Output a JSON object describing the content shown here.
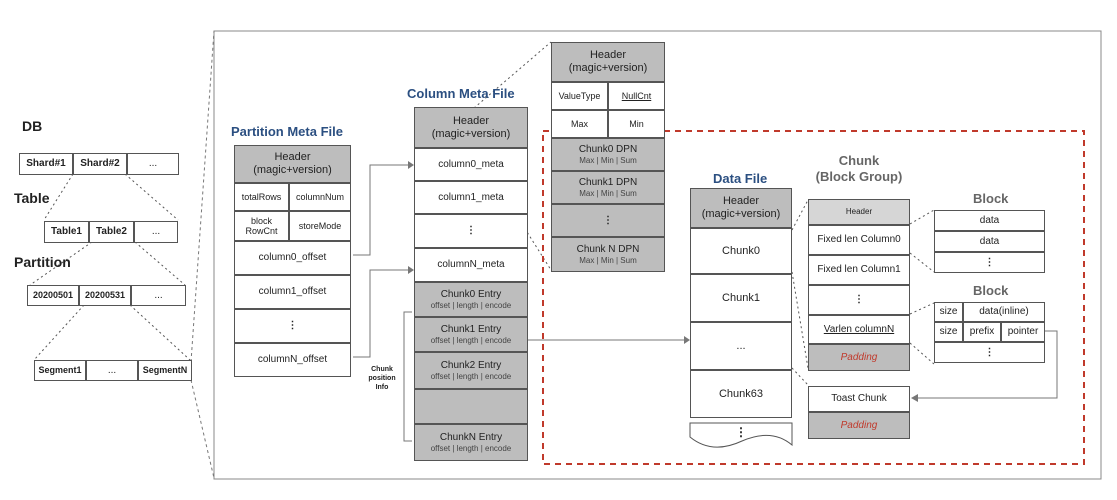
{
  "left": {
    "db_label": "DB",
    "shards": [
      "Shard#1",
      "Shard#2",
      "..."
    ],
    "table_label": "Table",
    "tables": [
      "Table1",
      "Table2",
      "..."
    ],
    "partition_label": "Partition",
    "partitions": [
      "20200501",
      "20200531",
      "..."
    ],
    "segments": [
      "Segment1",
      "...",
      "SegmentN"
    ]
  },
  "partition_meta": {
    "title": "Partition Meta File",
    "header": "Header\n(magic+version)",
    "grid": [
      "totalRows",
      "columnNum",
      "block\nRowCnt",
      "storeMode"
    ],
    "rows": [
      "column0_offset",
      "column1_offset",
      "⋮",
      "columnN_offset"
    ]
  },
  "column_meta": {
    "title": "Column Meta File",
    "header": "Header\n(magic+version)",
    "rows": [
      "column0_meta",
      "column1_meta",
      "⋮",
      "columnN_meta"
    ],
    "entries": [
      {
        "title": "Chunk0 Entry",
        "sub": "offset | length | encode"
      },
      {
        "title": "Chunk1 Entry",
        "sub": "offset | length | encode"
      },
      {
        "title": "Chunk2 Entry",
        "sub": "offset | length | encode"
      },
      {
        "title": "",
        "sub": ""
      },
      {
        "title": "ChunkN Entry",
        "sub": "offset | length | encode"
      }
    ],
    "chunk_pos_label": "Chunk\nposition\nInfo"
  },
  "dpn": {
    "header": "Header\n(magic+version)",
    "grid": [
      "ValueType",
      "NullCnt",
      "Max",
      "Min"
    ],
    "rows": [
      {
        "title": "Chunk0 DPN",
        "sub": "Max | Min | Sum"
      },
      {
        "title": "Chunk1 DPN",
        "sub": "Max | Min | Sum"
      },
      {
        "title": "⋮",
        "sub": ""
      },
      {
        "title": "Chunk N DPN",
        "sub": "Max | Min | Sum"
      }
    ]
  },
  "data_file": {
    "title": "Data File",
    "header": "Header\n(magic+version)",
    "rows": [
      "Chunk0",
      "Chunk1",
      "...",
      "Chunk63",
      "⋮"
    ]
  },
  "chunk": {
    "title": "Chunk\n(Block Group)",
    "rows": [
      "Header",
      "Fixed len Column0",
      "Fixed len Column1",
      "⋮",
      "Varlen columnN",
      "Padding"
    ],
    "toast": "Toast Chunk",
    "toast_padding": "Padding"
  },
  "block1": {
    "title": "Block",
    "rows": [
      "data",
      "data",
      "⋮"
    ]
  },
  "block2": {
    "title": "Block",
    "row1": [
      "size",
      "data(inline)"
    ],
    "row2": [
      "size",
      "prefix",
      "pointer"
    ],
    "row3": "⋮"
  },
  "colors": {
    "blue_title": "#2b4f81",
    "red_dashed": "#c0392b",
    "gray_fill": "#bdbdbd"
  }
}
